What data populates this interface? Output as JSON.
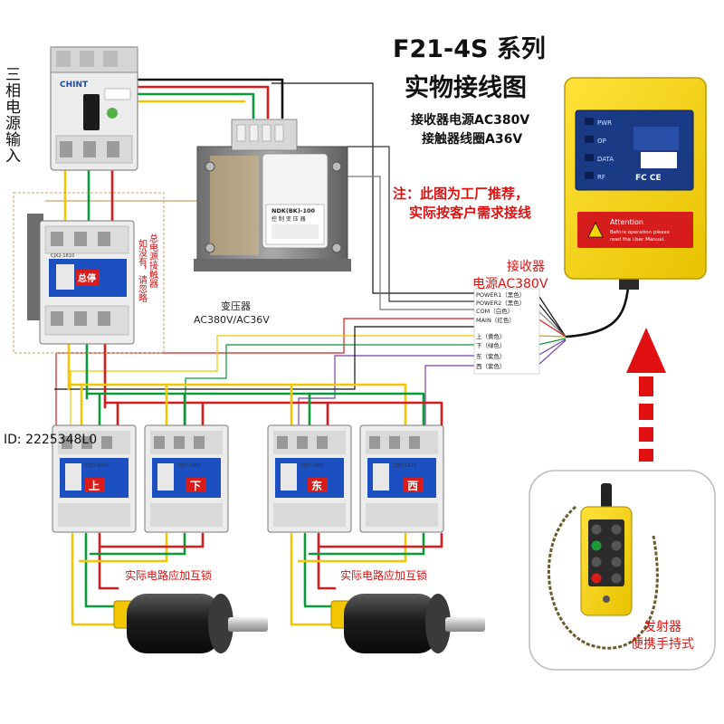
{
  "title": {
    "line1": "F21-4S 系列",
    "line2": "实物接线图",
    "spec1": "接收器电源AC380V",
    "spec2": "接触器线圈A36V"
  },
  "note": {
    "line1": "注：此图为工厂推荐，",
    "line2": "实际按客户需求接线"
  },
  "power_input": {
    "chars": [
      "三",
      "相",
      "电",
      "源",
      "输",
      "入"
    ]
  },
  "breaker": {
    "brand": "CHINT"
  },
  "main_contactor": {
    "note_col1": "总电源接触器",
    "note_col2": "如没有，请忽略",
    "tag": "总停",
    "model": "CJX2-1810"
  },
  "transformer": {
    "label": "变压器",
    "rating": "AC380V/AC36V",
    "model": "NDK(BK)-100",
    "plate": "控 制 变 压 器"
  },
  "receiver": {
    "label1": "接收器",
    "label2": "电源AC380V",
    "panel": [
      "PWR",
      "OP",
      "DATA",
      "RF"
    ],
    "fc": "FC CE",
    "warning_title": "Attention",
    "warning_text1": "Before operation please",
    "warning_text2": "read the User Manual."
  },
  "terminals": [
    "POWER1（黑色）",
    "POWER2（黑色）",
    "COM（白色）",
    "MAIN（红色）",
    "上（黄色）",
    "下（绿色）",
    "东（紫色）",
    "西（紫色）"
  ],
  "contactors": [
    {
      "tag": "上",
      "model": "CJX2-1810"
    },
    {
      "tag": "下",
      "model": "CJX2-1810"
    },
    {
      "tag": "东",
      "model": "CJX2-1810"
    },
    {
      "tag": "西",
      "model": "CJX2-1810"
    }
  ],
  "interlock": [
    "实际电路应加互锁",
    "实际电路应加互锁"
  ],
  "transmitter": {
    "line1": "发射器",
    "line2": "便携手持式"
  },
  "watermark": "ID: 2225348L0",
  "colors": {
    "phase_yellow": "#f2c600",
    "phase_green": "#0a9a3a",
    "phase_red": "#d81c1c",
    "control_black": "#111111",
    "receiver_yellow": "#f5d400",
    "contactor_blue": "#1c4fbf",
    "arrow_red": "#e01010"
  },
  "icons": [
    "attention-triangle-icon",
    "up-arrow-icon",
    "cross-stop-icon",
    "power-on-icon"
  ]
}
